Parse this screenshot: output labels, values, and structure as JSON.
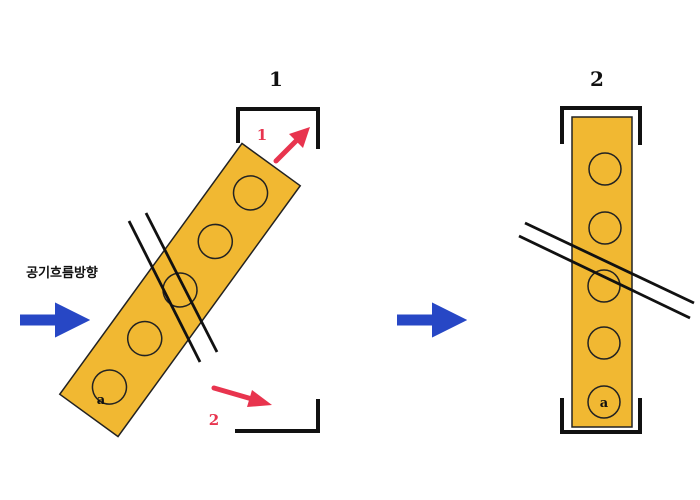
{
  "colors": {
    "bar_fill": "#f1b832",
    "bar_stroke": "#222222",
    "arrow_blue": "#2747c5",
    "arrow_red": "#e8344e",
    "bracket": "#111111"
  },
  "icons": {
    "airflow_arrow": "arrow-right-icon",
    "outflow_arrow": "arrow-up-right-icon"
  },
  "left_diagram": {
    "number": "1",
    "airflow_label": "공기흐름방향",
    "outflow_top_label": "1",
    "outflow_bottom_label": "2",
    "hole_label": "a"
  },
  "right_diagram": {
    "number": "2",
    "hole_label": "a"
  }
}
